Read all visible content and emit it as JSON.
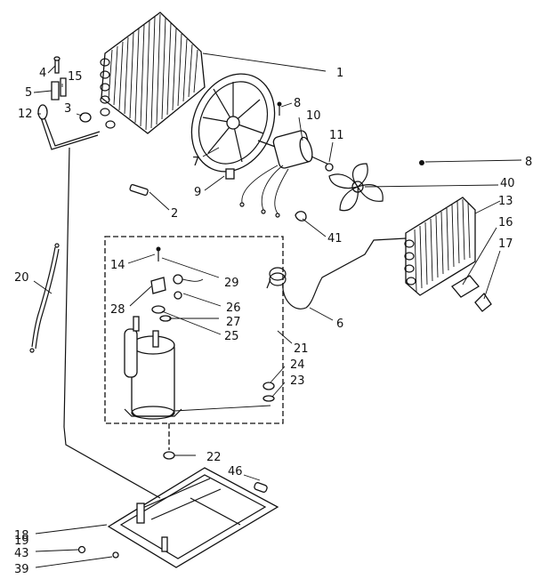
{
  "callouts": {
    "c1": "1",
    "c2": "2",
    "c3": "3",
    "c4": "4",
    "c5": "5",
    "c6": "6",
    "c7": "7",
    "c8a": "8",
    "c8b": "8",
    "c9": "9",
    "c10": "10",
    "c11": "11",
    "c12": "12",
    "c13": "13",
    "c14": "14",
    "c15": "15",
    "c16": "16",
    "c17": "17",
    "c18": "18",
    "c19": "19",
    "c20": "20",
    "c21": "21",
    "c22": "22",
    "c23": "23",
    "c24": "24",
    "c25": "25",
    "c26": "26",
    "c27": "27",
    "c28": "28",
    "c29": "29",
    "c39": "39",
    "c40": "40",
    "c41": "41",
    "c43": "43",
    "c46": "46"
  }
}
